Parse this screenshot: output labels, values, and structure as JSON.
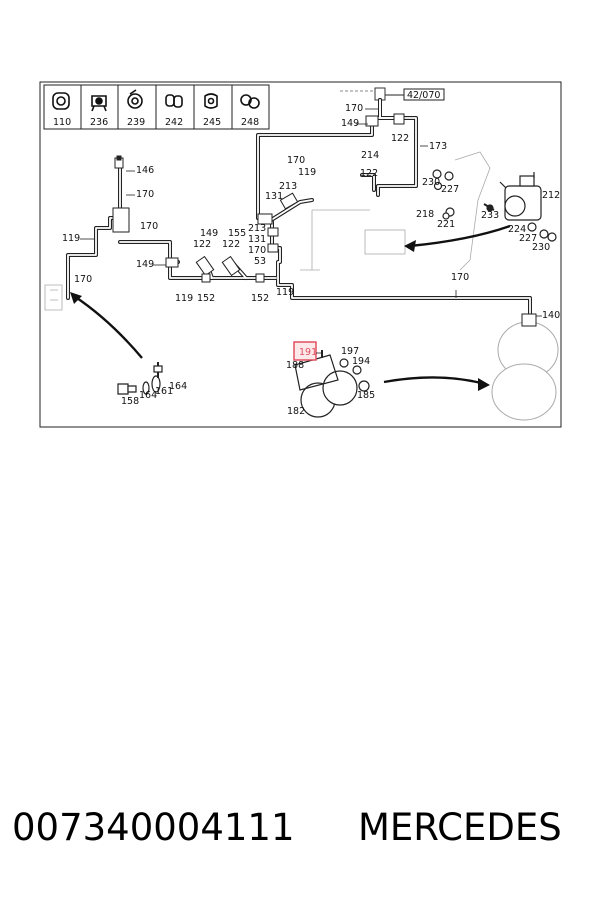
{
  "legend_parts": [
    "110",
    "236",
    "239",
    "242",
    "245",
    "248"
  ],
  "reference": "42/070",
  "callouts": [
    {
      "id": "c-170a",
      "text": "170"
    },
    {
      "id": "c-149a",
      "text": "149"
    },
    {
      "id": "c-122a",
      "text": "122"
    },
    {
      "id": "c-173",
      "text": "173"
    },
    {
      "id": "c-214",
      "text": "214"
    },
    {
      "id": "c-170b",
      "text": "170"
    },
    {
      "id": "c-119a",
      "text": "119"
    },
    {
      "id": "c-213a",
      "text": "213"
    },
    {
      "id": "c-131a",
      "text": "131"
    },
    {
      "id": "c-122b",
      "text": "122"
    },
    {
      "id": "c-146",
      "text": "146"
    },
    {
      "id": "c-170c",
      "text": "170"
    },
    {
      "id": "c-170d",
      "text": "170"
    },
    {
      "id": "c-119b",
      "text": "119"
    },
    {
      "id": "c-170e",
      "text": "170"
    },
    {
      "id": "c-149b",
      "text": "149"
    },
    {
      "id": "c-149c",
      "text": "149"
    },
    {
      "id": "c-122c",
      "text": "122"
    },
    {
      "id": "c-155",
      "text": "155"
    },
    {
      "id": "c-122d",
      "text": "122"
    },
    {
      "id": "c-213b",
      "text": "213"
    },
    {
      "id": "c-131b",
      "text": "131"
    },
    {
      "id": "c-170f",
      "text": "170"
    },
    {
      "id": "c-53",
      "text": "53"
    },
    {
      "id": "c-119c",
      "text": "119"
    },
    {
      "id": "c-152a",
      "text": "152"
    },
    {
      "id": "c-152b",
      "text": "152"
    },
    {
      "id": "c-119d",
      "text": "119"
    },
    {
      "id": "c-170g",
      "text": "170"
    },
    {
      "id": "c-140",
      "text": "140"
    },
    {
      "id": "c-230a",
      "text": "230"
    },
    {
      "id": "c-227a",
      "text": "227"
    },
    {
      "id": "c-212",
      "text": "212"
    },
    {
      "id": "c-218",
      "text": "218"
    },
    {
      "id": "c-233",
      "text": "233"
    },
    {
      "id": "c-221",
      "text": "221"
    },
    {
      "id": "c-224",
      "text": "224"
    },
    {
      "id": "c-227b",
      "text": "227"
    },
    {
      "id": "c-230b",
      "text": "230"
    },
    {
      "id": "c-191",
      "text": "191"
    },
    {
      "id": "c-197",
      "text": "197"
    },
    {
      "id": "c-194",
      "text": "194"
    },
    {
      "id": "c-188",
      "text": "188"
    },
    {
      "id": "c-185",
      "text": "185"
    },
    {
      "id": "c-182",
      "text": "182"
    },
    {
      "id": "c-158",
      "text": "158"
    },
    {
      "id": "c-164a",
      "text": "164"
    },
    {
      "id": "c-161",
      "text": "161"
    },
    {
      "id": "c-164b",
      "text": "164"
    }
  ],
  "highlight_color": "#e05060",
  "caption": {
    "part_number": "007340004111",
    "brand": "MERCEDES"
  }
}
